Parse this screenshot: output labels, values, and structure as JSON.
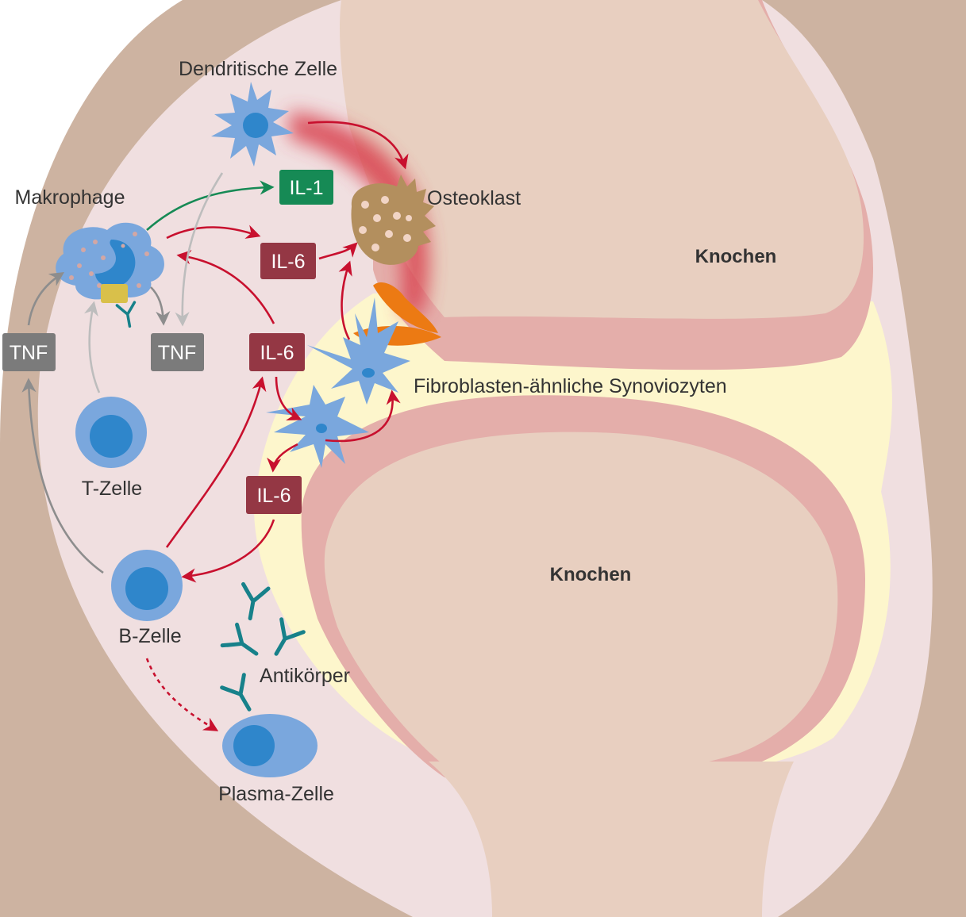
{
  "labels": {
    "dendritic_cell": "Dendritische Zelle",
    "macrophage": "Makrophage",
    "osteoclast": "Osteoklast",
    "bone_upper": "Knochen",
    "bone_lower": "Knochen",
    "fibroblast": "Fibroblasten-ähnliche Synoviozyten",
    "t_cell": "T-Zelle",
    "b_cell": "B-Zelle",
    "antibodies": "Antikörper",
    "plasma_cell": "Plasma-Zelle"
  },
  "cytokines": {
    "il1": "IL-1",
    "il6_top": "IL-6",
    "il6_mid": "IL-6",
    "il6_low": "IL-6",
    "tnf_left": "TNF",
    "tnf_center": "TNF"
  },
  "colors": {
    "outer_tissue": "#cdb3a1",
    "synovium": "#f0dfe0",
    "bone": "#e8cfc0",
    "cartilage": "#e4aeaa",
    "synovial_fluid": "#fdf6cc",
    "cell_blue": "#7aa7dd",
    "nucleus_blue": "#2f86cb",
    "il1_green": "#168a55",
    "il6_red": "#943744",
    "tnf_gray": "#7b7b7b",
    "arrow_red": "#c8102e",
    "arrow_green": "#168a55",
    "arrow_gray": "#8d8d8d",
    "antibody_teal": "#17818a",
    "osteoclast_brown": "#b38f5e",
    "inflammation_red": "#d9414e",
    "orange": "#ec7a13"
  }
}
